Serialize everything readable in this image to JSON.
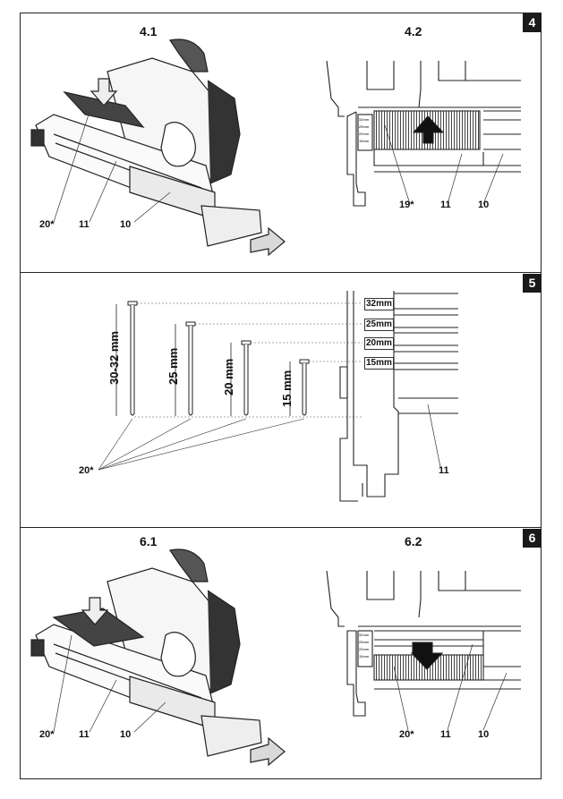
{
  "sections": {
    "s4": {
      "number": "4",
      "fig_a": "4.1",
      "fig_b": "4.2"
    },
    "s5": {
      "number": "5"
    },
    "s6": {
      "number": "6",
      "fig_a": "6.1",
      "fig_b": "6.2"
    }
  },
  "callouts": {
    "c20": "20*",
    "c19": "19*",
    "c11": "11",
    "c10": "10"
  },
  "nail_lengths": {
    "l30": "30-32 mm",
    "l25": "25 mm",
    "l20": "20 mm",
    "l15": "15 mm"
  },
  "scale_marks": {
    "m32": "32mm",
    "m25": "25mm",
    "m20": "20mm",
    "m15": "15mm"
  },
  "small_marks": {
    "text": "32mm 25mm 20mm 15mm"
  }
}
